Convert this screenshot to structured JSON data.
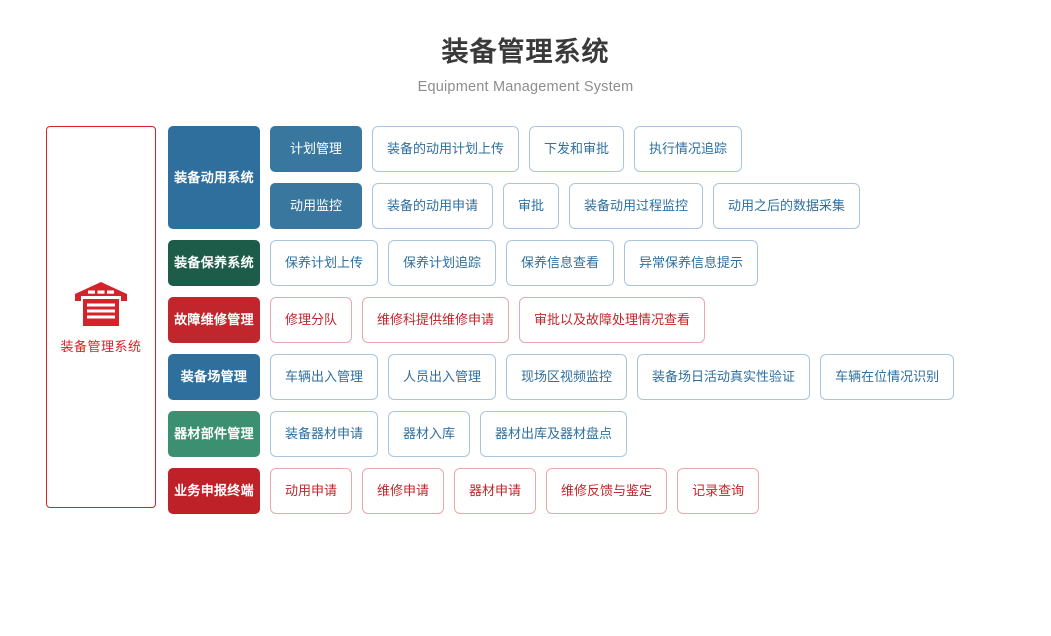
{
  "header": {
    "title": "装备管理系统",
    "subtitle": "Equipment Management System"
  },
  "brand": {
    "icon": "warehouse-icon",
    "label": "装备管理系统",
    "border_color": "#d5232c",
    "text_color": "#d5232c"
  },
  "palette": {
    "blue": "#2f6f9e",
    "blue_sub": "#39779f",
    "green_dark": "#1d5c48",
    "green": "#3a9070",
    "red": "#c0262b",
    "leaf_blue_border": "#aac6de",
    "leaf_red_border": "#e8a9ae",
    "title_color": "#3a3a3a",
    "subtitle_color": "#8d8d8d"
  },
  "rows": [
    {
      "category": "装备动用系统",
      "theme": "blue",
      "layout": "split",
      "subgroups": [
        {
          "sub": "计划管理",
          "items": [
            "装备的动用计划上传",
            "下发和审批",
            "执行情况追踪"
          ]
        },
        {
          "sub": "动用监控",
          "items": [
            "装备的动用申请",
            "审批",
            "装备动用过程监控",
            "动用之后的数据采集"
          ]
        }
      ]
    },
    {
      "category": "装备保养系统",
      "theme": "green-dark",
      "layout": "flat",
      "items": [
        "保养计划上传",
        "保养计划追踪",
        "保养信息查看",
        "异常保养信息提示"
      ]
    },
    {
      "category": "故障维修管理",
      "theme": "red",
      "layout": "flat",
      "items": [
        "修理分队",
        "维修科提供维修申请",
        "审批以及故障处理情况查看"
      ]
    },
    {
      "category": "装备场管理",
      "theme": "blue",
      "layout": "flat",
      "items": [
        "车辆出入管理",
        "人员出入管理",
        "现场区视频监控",
        "装备场日活动真实性验证",
        "车辆在位情况识别"
      ]
    },
    {
      "category": "器材部件管理",
      "theme": "green",
      "layout": "flat",
      "items": [
        "装备器材申请",
        "器材入库",
        "器材出库及器材盘点"
      ]
    },
    {
      "category": "业务申报终端",
      "theme": "red-dark",
      "layout": "flat",
      "items": [
        "动用申请",
        "维修申请",
        "器材申请",
        "维修反馈与鉴定",
        "记录查询"
      ]
    }
  ]
}
